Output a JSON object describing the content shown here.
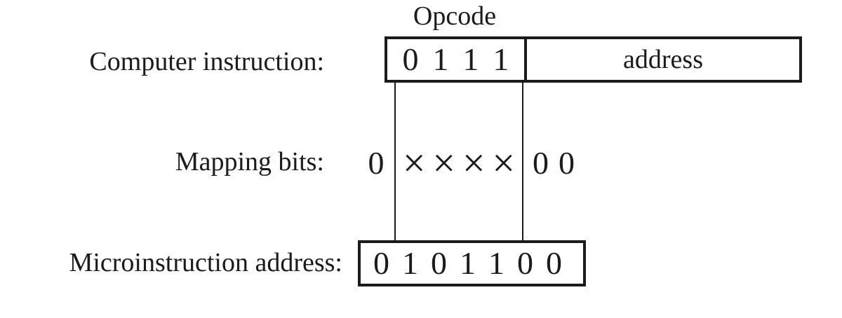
{
  "diagram": {
    "opcode_label": "Opcode",
    "computer_instruction": {
      "label": "Computer instruction:",
      "opcode_bits": [
        "0",
        "1",
        "1",
        "1"
      ],
      "address_label": "address"
    },
    "mapping": {
      "label": "Mapping bits:",
      "prefix_bit": "0",
      "opcode_wildcards": [
        "×",
        "×",
        "×",
        "×"
      ],
      "suffix_bits": [
        "0",
        "0"
      ]
    },
    "microinstruction": {
      "label": "Microinstruction address:",
      "bits": [
        "0",
        "1",
        "0",
        "1",
        "1",
        "0",
        "0"
      ]
    },
    "colors": {
      "ink": "#1b1b1b",
      "background": "#ffffff"
    }
  }
}
